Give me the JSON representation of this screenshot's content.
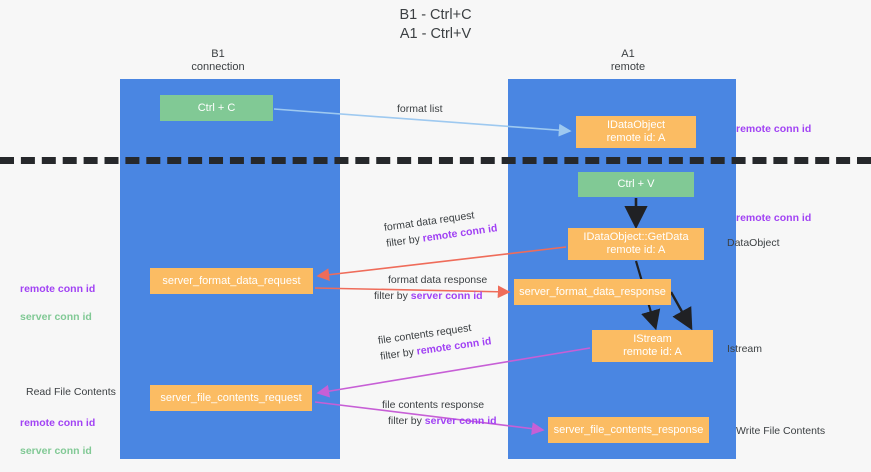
{
  "title": "B1 - Ctrl+C\nA1 - Ctrl+V",
  "columns": {
    "left": {
      "name": "B1",
      "role": "connection",
      "header": "B1\nconnection"
    },
    "right": {
      "name": "A1",
      "role": "remote",
      "header": "A1\nremote"
    }
  },
  "colors": {
    "lane": "#4a86e2",
    "green_box": "#81c995",
    "orange_box": "#fbbc63",
    "purple_text": "#a142f4",
    "green_text": "#81c995",
    "divider": "#26282b",
    "arrow_blue": "#9ec9f0",
    "arrow_red": "#ef6c5a",
    "arrow_magenta": "#c75fd6",
    "arrow_black": "#202124",
    "background": "#f7f7f7"
  },
  "boxes": {
    "ctrl_c": "Ctrl + C",
    "idataobject": "IDataObject\nremote id: A",
    "ctrl_v": "Ctrl + V",
    "getdata": "IDataObject::GetData\nremote id: A",
    "server_format_data_request": "server_format_data_request",
    "server_format_data_response": "server_format_data_response",
    "istream": "IStream\nremote id: A",
    "server_file_contents_request": "server_file_contents_request",
    "server_file_contents_response": "server_file_contents_response"
  },
  "edge_labels": {
    "format_list": "format list",
    "format_data_request": "format data request",
    "format_data_request_filter_prefix": "filter by ",
    "format_data_request_filter_key": "remote conn id",
    "format_data_response": "format data response",
    "format_data_response_filter_prefix": "filter by ",
    "format_data_response_filter_key": "server conn id",
    "file_contents_request": "file contents request",
    "file_contents_request_filter_prefix": "filter by ",
    "file_contents_request_filter_key": "remote conn id",
    "file_contents_response": "file contents response",
    "file_contents_response_filter_prefix": "filter by ",
    "file_contents_response_filter_key": "server conn id"
  },
  "annotations": {
    "right": {
      "remote_conn_id_top": "remote conn id",
      "remote_conn_id_mid": "remote conn id",
      "data_object": "DataObject",
      "istream": "Istream",
      "write_file_contents": "Write File Contents"
    },
    "left": {
      "remote_conn_id": "remote conn id",
      "server_conn_id": "server conn id",
      "read_file_contents": "Read File Contents",
      "remote_conn_id_2": "remote conn id",
      "server_conn_id_2": "server conn id"
    }
  }
}
